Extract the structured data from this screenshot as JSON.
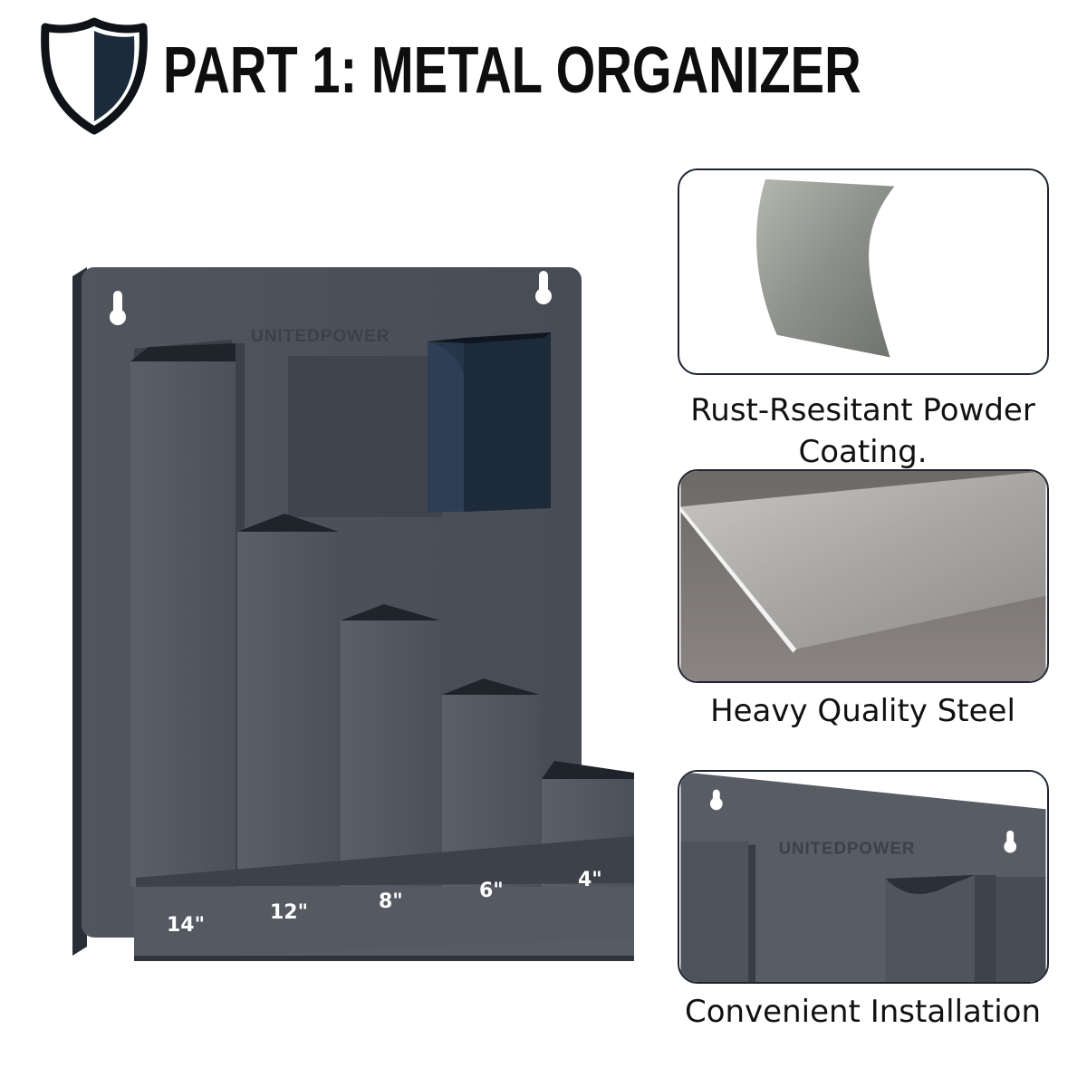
{
  "header": {
    "title": "PART 1: METAL ORGANIZER"
  },
  "product": {
    "brand": "UNITEDPOWER",
    "slot_labels": [
      "14\"",
      "12\"",
      "8\"",
      "6\"",
      "4\""
    ]
  },
  "features": [
    {
      "caption_line1": "Rust-Rsesitant Powder",
      "caption_line2": "Coating.",
      "icon": "powder-coating-swatch"
    },
    {
      "caption_line1": "Heavy Quality Steel",
      "icon": "brushed-steel-sheet"
    },
    {
      "caption_line1": "Convenient Installation",
      "brand": "UNITEDPOWER",
      "icon": "wall-mount-closeup"
    }
  ],
  "colors": {
    "steel_dark": "#4a4f58",
    "steel_edge": "#262b33",
    "navy": "#1c2b3c",
    "card_border": "#1f2530"
  }
}
